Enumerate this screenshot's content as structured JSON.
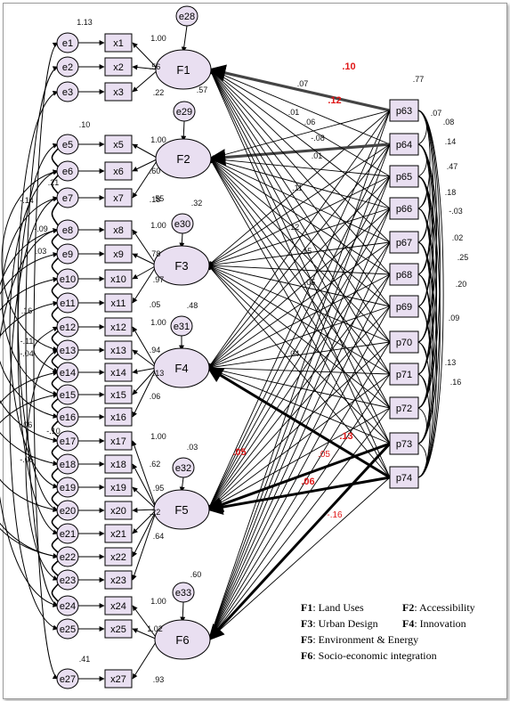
{
  "errors_x": [
    "e1",
    "e2",
    "e3",
    "e5",
    "e6",
    "e7",
    "e8",
    "e9",
    "e10",
    "e11",
    "e12",
    "e13",
    "e14",
    "e15",
    "e16",
    "e17",
    "e18",
    "e19",
    "e20",
    "e21",
    "e22",
    "e23",
    "e24",
    "e25",
    "e27"
  ],
  "indicators": [
    "x1",
    "x2",
    "x3",
    "x5",
    "x6",
    "x7",
    "x8",
    "x9",
    "x10",
    "x11",
    "x12",
    "x13",
    "x14",
    "x15",
    "x16",
    "x17",
    "x18",
    "x19",
    "x20",
    "x21",
    "x22",
    "x23",
    "x24",
    "x25",
    "x27"
  ],
  "factors": [
    "F1",
    "F2",
    "F3",
    "F4",
    "F5",
    "F6"
  ],
  "factor_errors": [
    "e28",
    "e29",
    "e30",
    "e31",
    "e32",
    "e33"
  ],
  "predictors": [
    "p63",
    "p64",
    "p65",
    "p66",
    "p67",
    "p68",
    "p69",
    "p70",
    "p71",
    "p72",
    "p73",
    "p74"
  ],
  "highlight_paths": [
    {
      "label": ".10",
      "style": "bold"
    },
    {
      "label": ".12",
      "style": "bold"
    },
    {
      "label": ".05",
      "style": "bold"
    },
    {
      "label": ".13",
      "style": "bold"
    },
    {
      "label": ".05",
      "style": "normal"
    },
    {
      "label": ".06",
      "style": "bold"
    },
    {
      "label": "-.16",
      "style": "normal"
    }
  ],
  "legend": {
    "f1": "F1",
    "f1_text": ": Land Uses",
    "f2": "F2",
    "f2_text": ": Accessibility",
    "f3": "F3",
    "f3_text": ": Urban Design",
    "f4": "F4",
    "f4_text": ": Innovation",
    "f5": "F5",
    "f5_text": ": Environment & Energy",
    "f6": "F6",
    "f6_text": ": Socio-economic integration"
  },
  "loading_labels": {
    "F1": [
      "1.00",
      ".56",
      ".22"
    ],
    "F2": [
      "1.00",
      ".60",
      ".55",
      ".18"
    ],
    "F3": [
      "1.00",
      ".78",
      ".97",
      ".05"
    ],
    "F4": [
      "1.00",
      ".94",
      ".13",
      ".06"
    ],
    "F5": [
      "1.00",
      ".62",
      ".95",
      ".22",
      ".64"
    ],
    "F6": [
      "1.00",
      "1.02",
      ".93"
    ]
  },
  "factor_error_variances": [
    ".57",
    ".32",
    ".48",
    ".03",
    ".60"
  ],
  "annotations": [
    "1.13",
    ".10",
    ".77",
    ".41",
    ".07",
    ".01",
    ".06",
    "-.14",
    ".16",
    "-.04",
    ".06",
    "-.06",
    ".03",
    "-.09",
    ".21",
    ".08",
    "-.08",
    ".01",
    "-.11",
    ".07",
    ".14",
    "-.10",
    ".11",
    ".47",
    ".20",
    ".25",
    ".02",
    ".12",
    ".18",
    ".05",
    ".09",
    ".16",
    ".13",
    ".04",
    "-.03",
    ".15"
  ]
}
